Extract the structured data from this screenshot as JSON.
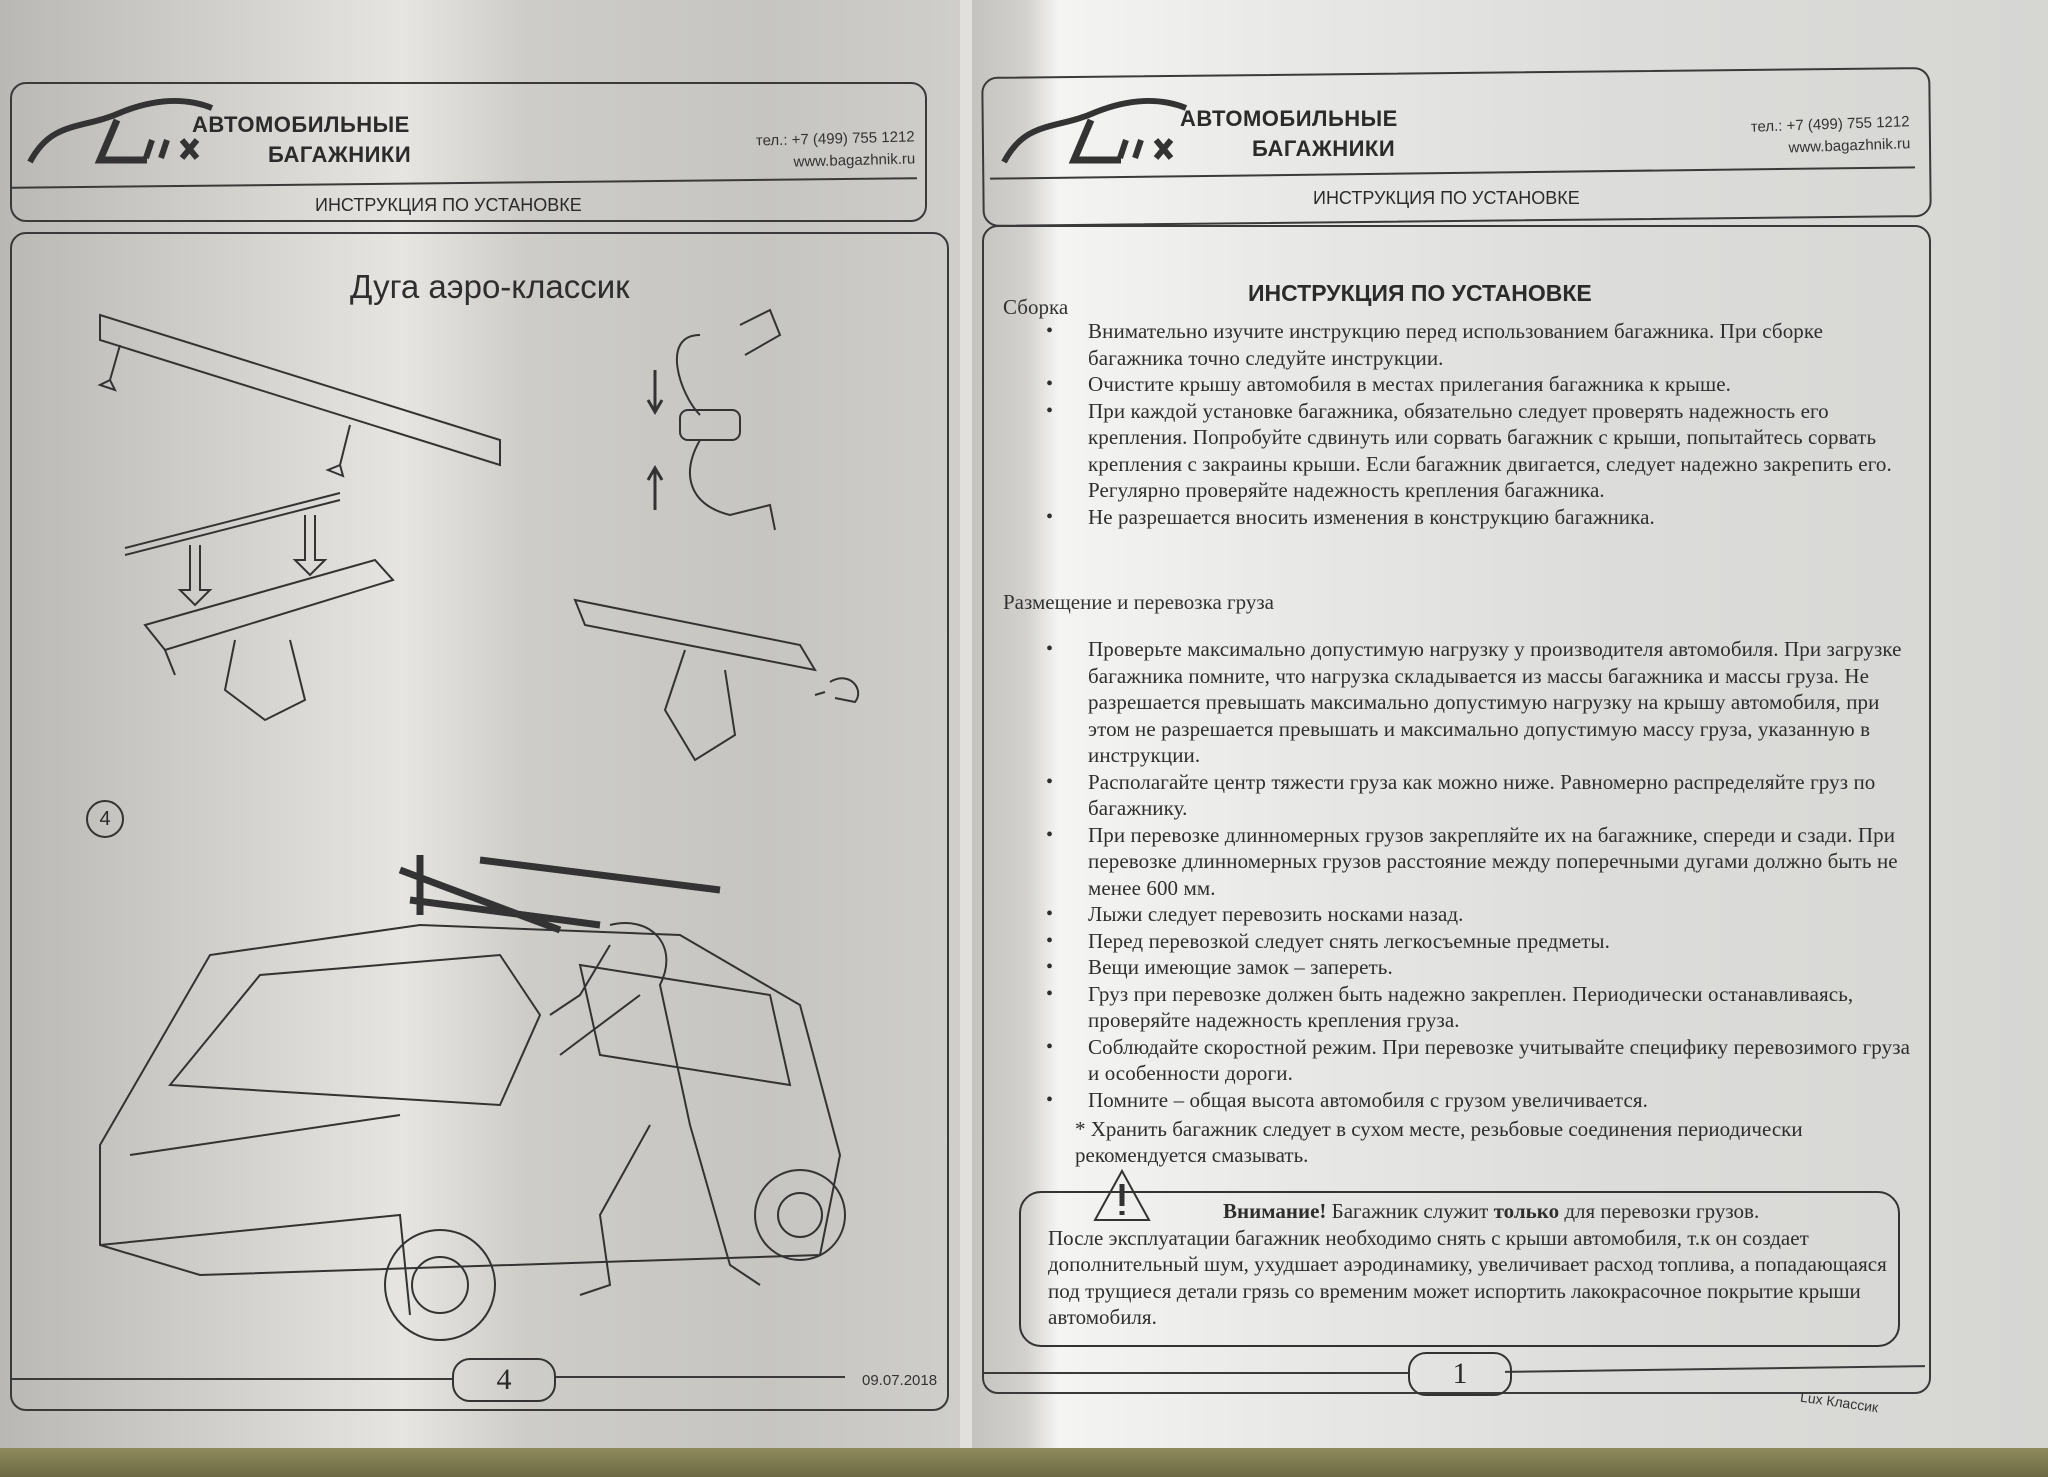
{
  "header": {
    "logo_text": "Lux",
    "brand_line1": "АВТОМОБИЛЬНЫЕ",
    "brand_line2": "БАГАЖНИКИ",
    "phone": "тел.: +7 (499) 755 1212",
    "website": "www.bagazhnik.ru",
    "subtitle": "ИНСТРУКЦИЯ ПО УСТАНОВКЕ"
  },
  "left_page": {
    "title": "Дуга аэро-классик",
    "step_number": "4",
    "page_number": "4",
    "date": "09.07.2018"
  },
  "right_page": {
    "title": "ИНСТРУКЦИЯ ПО УСТАНОВКЕ",
    "section1": {
      "heading": "Сборка",
      "items": [
        "Внимательно изучите инструкцию перед использованием багажника. При сборке багажника точно следуйте инструкции.",
        "Очистите крышу автомобиля в местах прилегания багажника к крыше.",
        "При каждой установке багажника, обязательно следует проверять надежность его крепления. Попробуйте сдвинуть или сорвать багажник с крыши, попытайтесь сорвать крепления с закраины крыши. Если багажник двигается, следует надежно закрепить его. Регулярно проверяйте надежность крепления багажника.",
        "Не разрешается вносить изменения в конструкцию багажника."
      ]
    },
    "section2": {
      "heading": "Размещение и перевозка груза",
      "items": [
        "Проверьте максимально допустимую нагрузку у производителя автомобиля. При загрузке багажника помните, что нагрузка складывается из массы багажника и массы груза. Не разрешается превышать максимально допустимую нагрузку на крышу автомобиля, при этом не разрешается превышать и максимально допустимую массу груза, указанную в инструкции.",
        "Располагайте центр тяжести груза как можно ниже. Равномерно распределяйте груз по багажнику.",
        "При перевозке длинномерных грузов закрепляйте их на багажнике, спереди и сзади. При перевозке длинномерных грузов расстояние между поперечными дугами должно быть не менее 600 мм.",
        "Лыжи следует перевозить носками назад.",
        "Перед перевозкой следует снять легкосъемные предметы.",
        "Вещи имеющие замок – запереть.",
        "Груз при перевозке должен быть надежно закреплен. Периодически останавливаясь, проверяйте надежность крепления груза.",
        "Соблюдайте скоростной режим. При перевозке учитывайте специфику перевозимого груза и особенности дороги.",
        "Помните – общая высота автомобиля с грузом увеличивается."
      ]
    },
    "footnote": "* Хранить багажник следует в сухом месте, резьбовые соединения периодически рекомендуется смазывать.",
    "warning": {
      "label": "Внимание!",
      "text_bold_start": "Багажник служит",
      "text_bold": "только",
      "text_end": "для перевозки грузов.",
      "body": "После эксплуатации багажник необходимо снять с крыши автомобиля, т.к он создает дополнительный шум, ухудшает аэродинамику, увеличивает расход топлива, а попадающаяся под трущиеся детали грязь со временим может испортить лакокрасочное покрытие крыши автомобиля."
    },
    "page_number": "1",
    "model": "Lux Классик"
  }
}
